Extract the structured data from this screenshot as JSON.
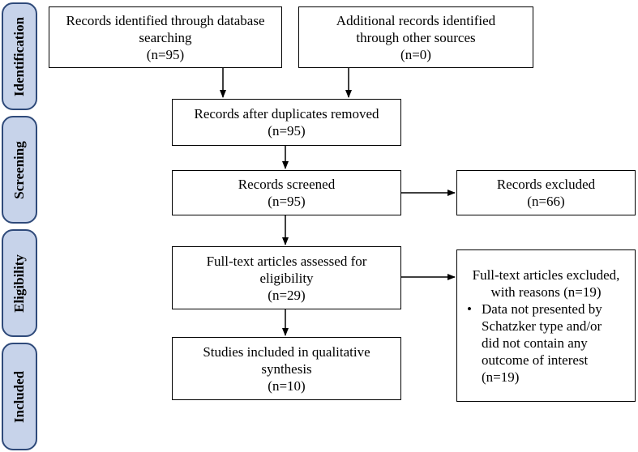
{
  "stages": {
    "identification": "Identification",
    "screening": "Screening",
    "eligibility": "Eligibility",
    "included": "Included"
  },
  "boxes": {
    "database_records": {
      "lines": [
        "Records identified through database",
        "searching",
        "(n=95)"
      ]
    },
    "other_records": {
      "lines": [
        "Additional records identified",
        "through other sources",
        "(n=0)"
      ]
    },
    "after_duplicates": {
      "lines": [
        "Records after duplicates removed",
        "(n=95)"
      ]
    },
    "screened": {
      "lines": [
        "Records screened",
        "(n=95)"
      ]
    },
    "excluded": {
      "lines": [
        "Records excluded",
        "(n=66)"
      ]
    },
    "fulltext_assessed": {
      "lines": [
        "Full-text articles assessed for",
        "eligibility",
        "(n=29)"
      ]
    },
    "fulltext_excluded": {
      "head": [
        "Full-text articles excluded,",
        "with reasons (n=19)"
      ],
      "bullet_symbol": "•",
      "bullet": [
        "Data not presented by",
        "Schatzker type and/or",
        "did not contain any",
        "outcome of interest"
      ],
      "after": "(n=19)"
    },
    "included_studies": {
      "lines": [
        "Studies included in qualitative",
        "synthesis",
        "(n=10)"
      ]
    }
  }
}
